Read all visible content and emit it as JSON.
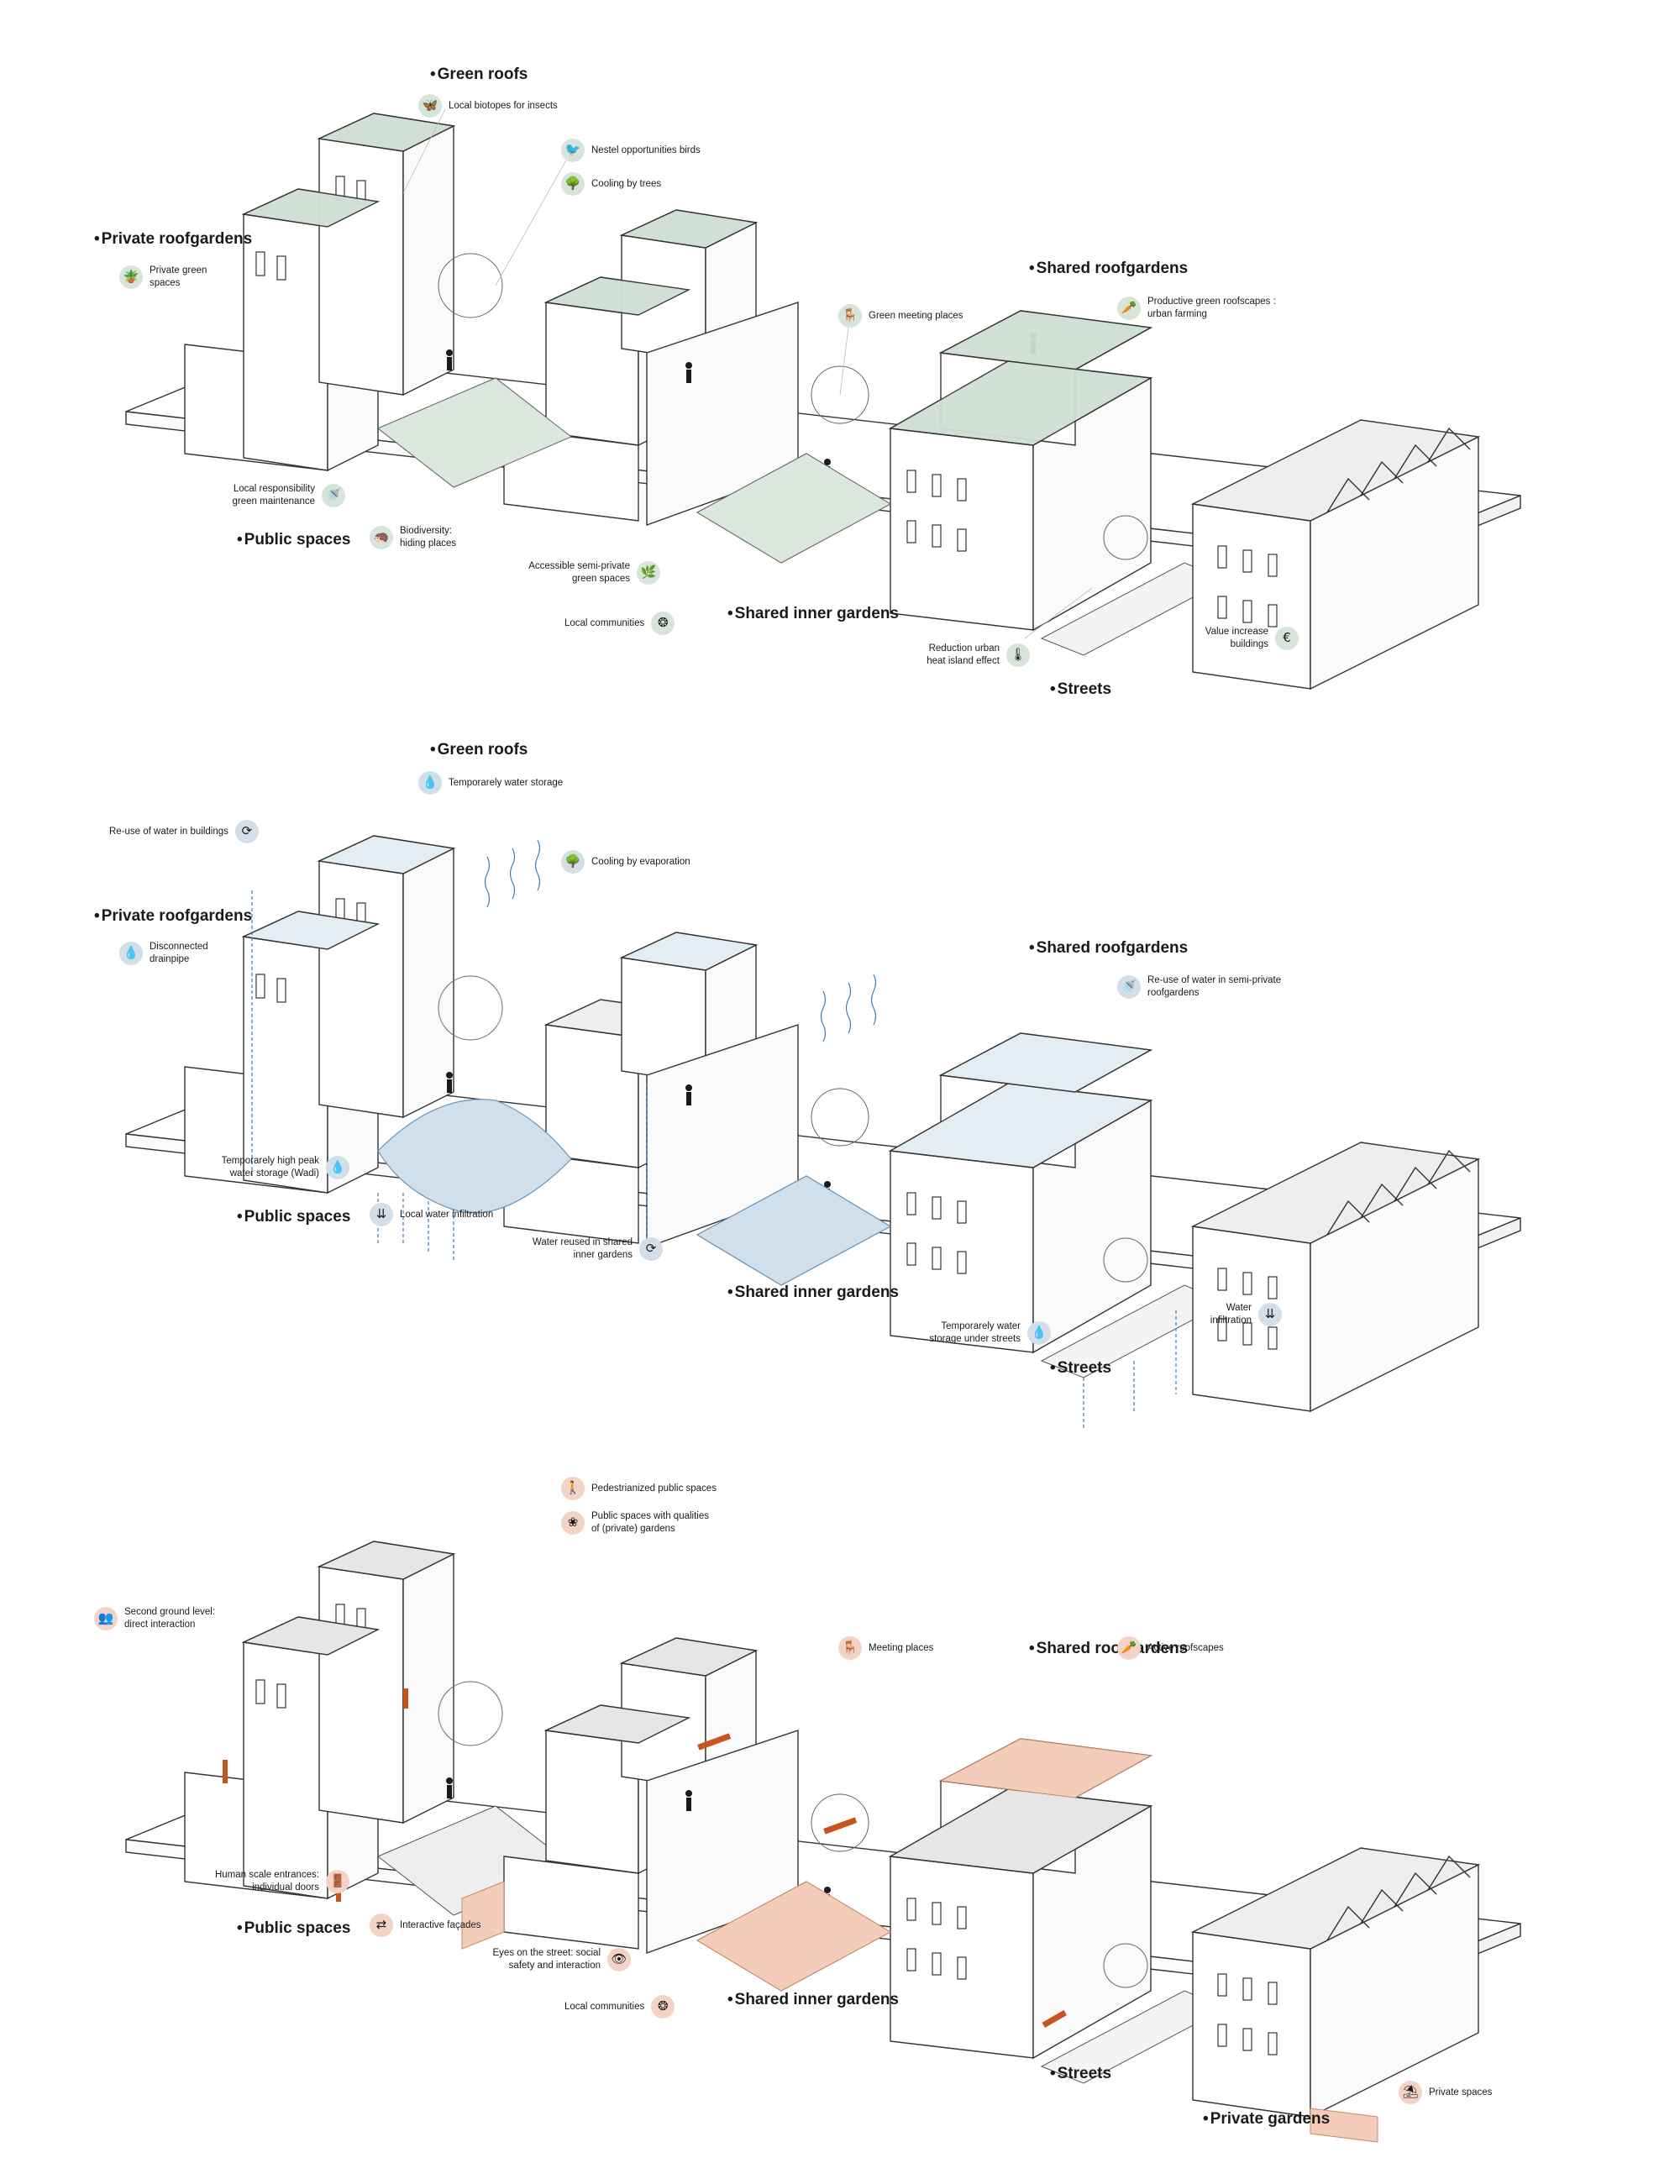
{
  "colors": {
    "green": "#cfe0d3",
    "blue": "#cfe0ec",
    "orange": "#f3cdb9",
    "accent_orange": "#c5541e",
    "ink": "#1a1a1a"
  },
  "diagram1": {
    "categories": {
      "green_roofs": "Green roofs",
      "private_roofgardens": "Private roofgardens",
      "shared_roofgardens": "Shared roofgardens",
      "public_spaces": "Public spaces",
      "shared_inner_gardens": "Shared inner gardens",
      "streets": "Streets"
    },
    "annotations": [
      {
        "icon": "butterfly-icon",
        "text": "Local biotopes for insects"
      },
      {
        "icon": "bird-nest-icon",
        "text": "Nestel opportunities birds"
      },
      {
        "icon": "tree-icon",
        "text": "Cooling by trees"
      },
      {
        "icon": "plant-pot-icon",
        "text": "Private green spaces"
      },
      {
        "icon": "bench-icon",
        "text": "Green meeting places"
      },
      {
        "icon": "carrot-icon",
        "text": "Productive green roofscapes : urban farming"
      },
      {
        "icon": "watering-can-icon",
        "text": "Local responsibility green maintenance"
      },
      {
        "icon": "hedgehog-icon",
        "text": "Biodiversity: hiding places"
      },
      {
        "icon": "shrub-icon",
        "text": "Accessible semi-private green spaces"
      },
      {
        "icon": "community-icon",
        "text": "Local communities"
      },
      {
        "icon": "thermometer-icon",
        "text": "Reduction urban heat island effect"
      },
      {
        "icon": "euro-icon",
        "text": "Value increase buildings"
      }
    ]
  },
  "diagram2": {
    "categories": {
      "green_roofs": "Green roofs",
      "private_roofgardens": "Private roofgardens",
      "shared_roofgardens": "Shared roofgardens",
      "public_spaces": "Public spaces",
      "shared_inner_gardens": "Shared inner gardens",
      "streets": "Streets"
    },
    "annotations": [
      {
        "icon": "water-drop-icon",
        "text": "Temporarely water storage"
      },
      {
        "icon": "recycle-icon",
        "text": "Re-use of water in buildings"
      },
      {
        "icon": "tree-icon",
        "text": "Cooling by evaporation"
      },
      {
        "icon": "water-drop-icon",
        "text": "Disconnected drainpipe"
      },
      {
        "icon": "watering-can-icon",
        "text": "Re-use of water in semi-private roofgardens"
      },
      {
        "icon": "water-drop-icon",
        "text": "Temporarely high peak water storage (Wadi)"
      },
      {
        "icon": "infiltration-icon",
        "text": "Local water infiltration"
      },
      {
        "icon": "recycle-icon",
        "text": "Water reused in shared inner gardens"
      },
      {
        "icon": "water-drop-icon",
        "text": "Temporarely water storage under streets"
      },
      {
        "icon": "infiltration-icon",
        "text": "Water infiltration"
      }
    ]
  },
  "diagram3": {
    "categories": {
      "shared_roofgardens": "Shared roofgardens",
      "public_spaces": "Public spaces",
      "shared_inner_gardens": "Shared inner gardens",
      "streets": "Streets",
      "private_gardens": "Private gardens"
    },
    "annotations": [
      {
        "icon": "pedestrian-icon",
        "text": "Pedestrianized public spaces"
      },
      {
        "icon": "flower-icon",
        "text": "Public spaces with qualities of (private) gardens"
      },
      {
        "icon": "people-group-icon",
        "text": "Second ground level: direct interaction"
      },
      {
        "icon": "bench-icon",
        "text": "Meeting places"
      },
      {
        "icon": "carrot-icon",
        "text": "Active roofscapes"
      },
      {
        "icon": "door-icon",
        "text": "Human scale entrances: individual doors"
      },
      {
        "icon": "arrows-icon",
        "text": "Interactive façades"
      },
      {
        "icon": "eye-icon",
        "text": "Eyes on the street: social safety and interaction"
      },
      {
        "icon": "community-icon",
        "text": "Local communities"
      },
      {
        "icon": "lounger-icon",
        "text": "Private spaces"
      }
    ]
  }
}
